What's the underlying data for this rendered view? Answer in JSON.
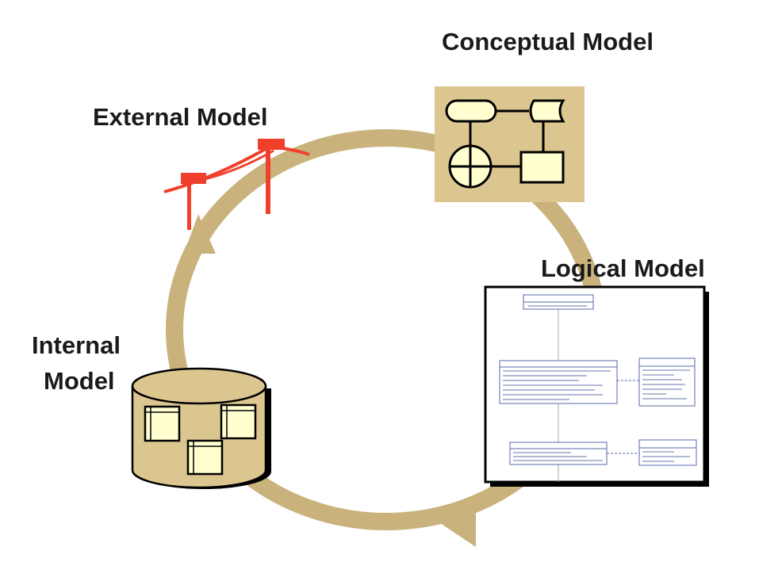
{
  "labels": {
    "conceptual": "Conceptual Model",
    "external": "External Model",
    "logical": "Logical Model",
    "internal_line1": "Internal",
    "internal_line2": "Model"
  },
  "colors": {
    "ring": "#c9b27c",
    "panel": "#dcc690",
    "shape_fill": "#ffffd0",
    "bridge": "#f0402c"
  },
  "icons": [
    "erd-diagram-icon",
    "uml-class-diagram-icon",
    "database-cylinder-icon",
    "bridge-icon"
  ]
}
